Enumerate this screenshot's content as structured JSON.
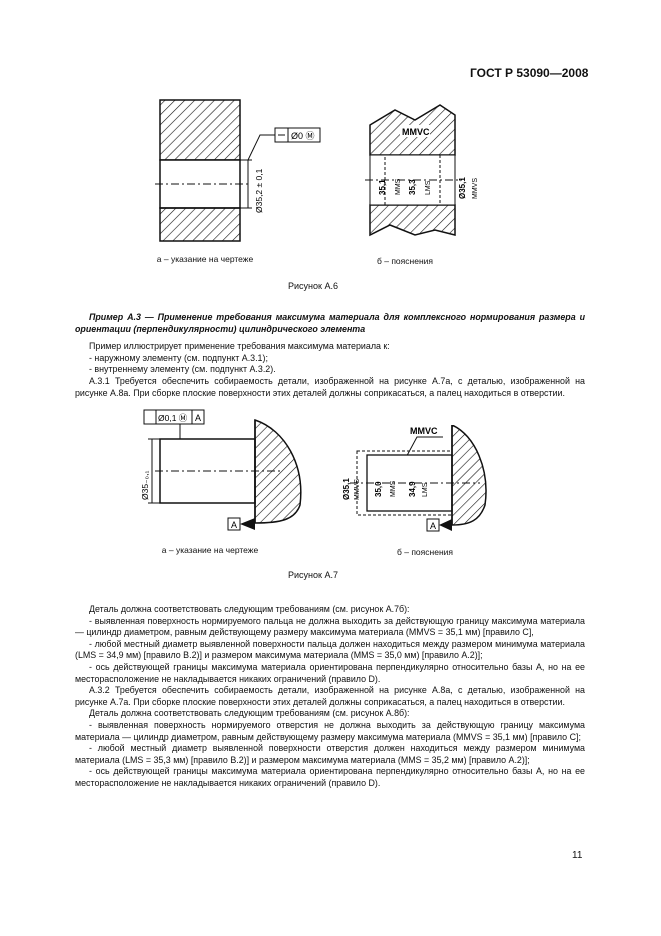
{
  "header": {
    "standard": "ГОСТ Р 53090—2008"
  },
  "fig_a6": {
    "tol_frame": "Ø0 Ⓜ",
    "dim_a": "Ø35,2 ± 0,1",
    "label_a": "а – указание на чертеже",
    "label_b": "б – пояснения",
    "mmvc": "MMVC",
    "d1": "35,1",
    "mms": "MMS",
    "d2": "35,3",
    "lms": "LMS",
    "d3": "Ø35,1",
    "mmvs": "MMVS",
    "caption": "Рисунок А.6"
  },
  "example": {
    "title": "Пример А.3 — Применение требования максимума материала для комплексного нормирования размера и ориентации (перпендикулярности) цилиндрического элемента",
    "p1": "Пример иллюстрирует применение требования максимума материала к:",
    "p2": "- наружному элементу (см. подпункт А.3.1);",
    "p3": "- внутреннему элементу (см. подпункт А.3.2).",
    "p4": "А.3.1 Требуется обеспечить собираемость детали, изображенной на рисунке А.7а, с деталью, изображенной на рисунке А.8а. При сборке плоские поверхности этих деталей должны соприкасаться, а палец находиться в отверстии."
  },
  "fig_a7": {
    "tol_frame": "Ø0,1 Ⓜ",
    "datum": "A",
    "dim_a": "Ø35₋₀,₁",
    "mmvc": "MMVC",
    "d1": "Ø35,1",
    "mmvs": "MMVS",
    "d2": "35,0",
    "mms": "MMS",
    "d3": "34,9",
    "lms": "LMS",
    "label_a": "а – указание на чертеже",
    "label_b": "б – пояснения",
    "caption": "Рисунок А.7"
  },
  "body": {
    "q1": "Деталь должна соответствовать следующим требованиям (см. рисунок А.7б):",
    "q2": "- выявленная поверхность нормируемого пальца не должна выходить за действующую границу максимума материала — цилиндр диаметром, равным действующему размеру максимума материала (MMVS = 35,1 мм) [правило С],",
    "q3": "- любой местный диаметр выявленной поверхности пальца должен находиться между размером минимума материала (LMS = 34,9 мм) [правило В.2)] и размером максимума материала (MMS = 35,0 мм) [правило А.2)];",
    "q4": "- ось действующей границы максимума материала ориентирована перпендикулярно относительно базы А, но на ее месторасположение не накладывается никаких ограничений (правило D).",
    "q5": "А.3.2 Требуется обеспечить собираемость детали, изображенной на рисунке А.8а, с деталью, изображенной на рисунке А.7а. При сборке плоские поверхности этих деталей должны соприкасаться, а палец находиться в отверстии.",
    "q6": "Деталь должна соответствовать следующим требованиям (см. рисунок А.8б):",
    "q7": "- выявленная поверхность нормируемого отверстия не должна выходить за действующую границу максимума материала — цилиндр диаметром, равным действующему размеру максимума материала (MMVS = 35,1 мм) [правило С];",
    "q8": "- любой местный диаметр выявленной поверхности отверстия должен находиться между размером минимума материала (LMS = 35,3 мм) [правило В.2)] и размером максимума материала (MMS = 35,2 мм) [правило А.2)];",
    "q9": "- ось действующей границы максимума материала ориентирована перпендикулярно относительно базы А, но на ее месторасположение не накладывается никаких ограничений (правило D)."
  },
  "page_number": "11"
}
